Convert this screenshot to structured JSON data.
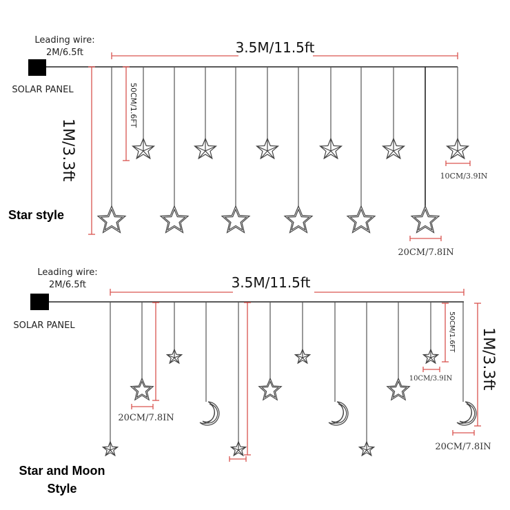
{
  "diagram": {
    "top": {
      "leading_wire_label": "Leading wire:",
      "leading_wire_value": "2M/6.5ft",
      "solar_panel_label": "SOLAR PANEL",
      "width_label": "3.5M/11.5ft",
      "height_label": "1M/3.3ft",
      "short_strand_label": "50CM/1.6FT",
      "small_star_size_label": "10CM/3.9IN",
      "large_star_size_label": "20CM/7.8IN",
      "style_title": "Star style"
    },
    "bottom": {
      "leading_wire_label": "Leading wire:",
      "leading_wire_value": "2M/6.5ft",
      "solar_panel_label": "SOLAR PANEL",
      "width_label": "3.5M/11.5ft",
      "height_label": "1M/3.3ft",
      "short_strand_label": "50CM/1.6FT",
      "small_star_size_label": "10CM/3.9IN",
      "large_star_size_label_left": "20CM/7.8IN",
      "large_star_size_label_right": "20CM/7.8IN",
      "style_title_line1": "Star and Moon",
      "style_title_line2": "Style"
    },
    "colors": {
      "dimension_lines": "#d9534f",
      "wire": "#222222",
      "panel": "#000000"
    }
  }
}
